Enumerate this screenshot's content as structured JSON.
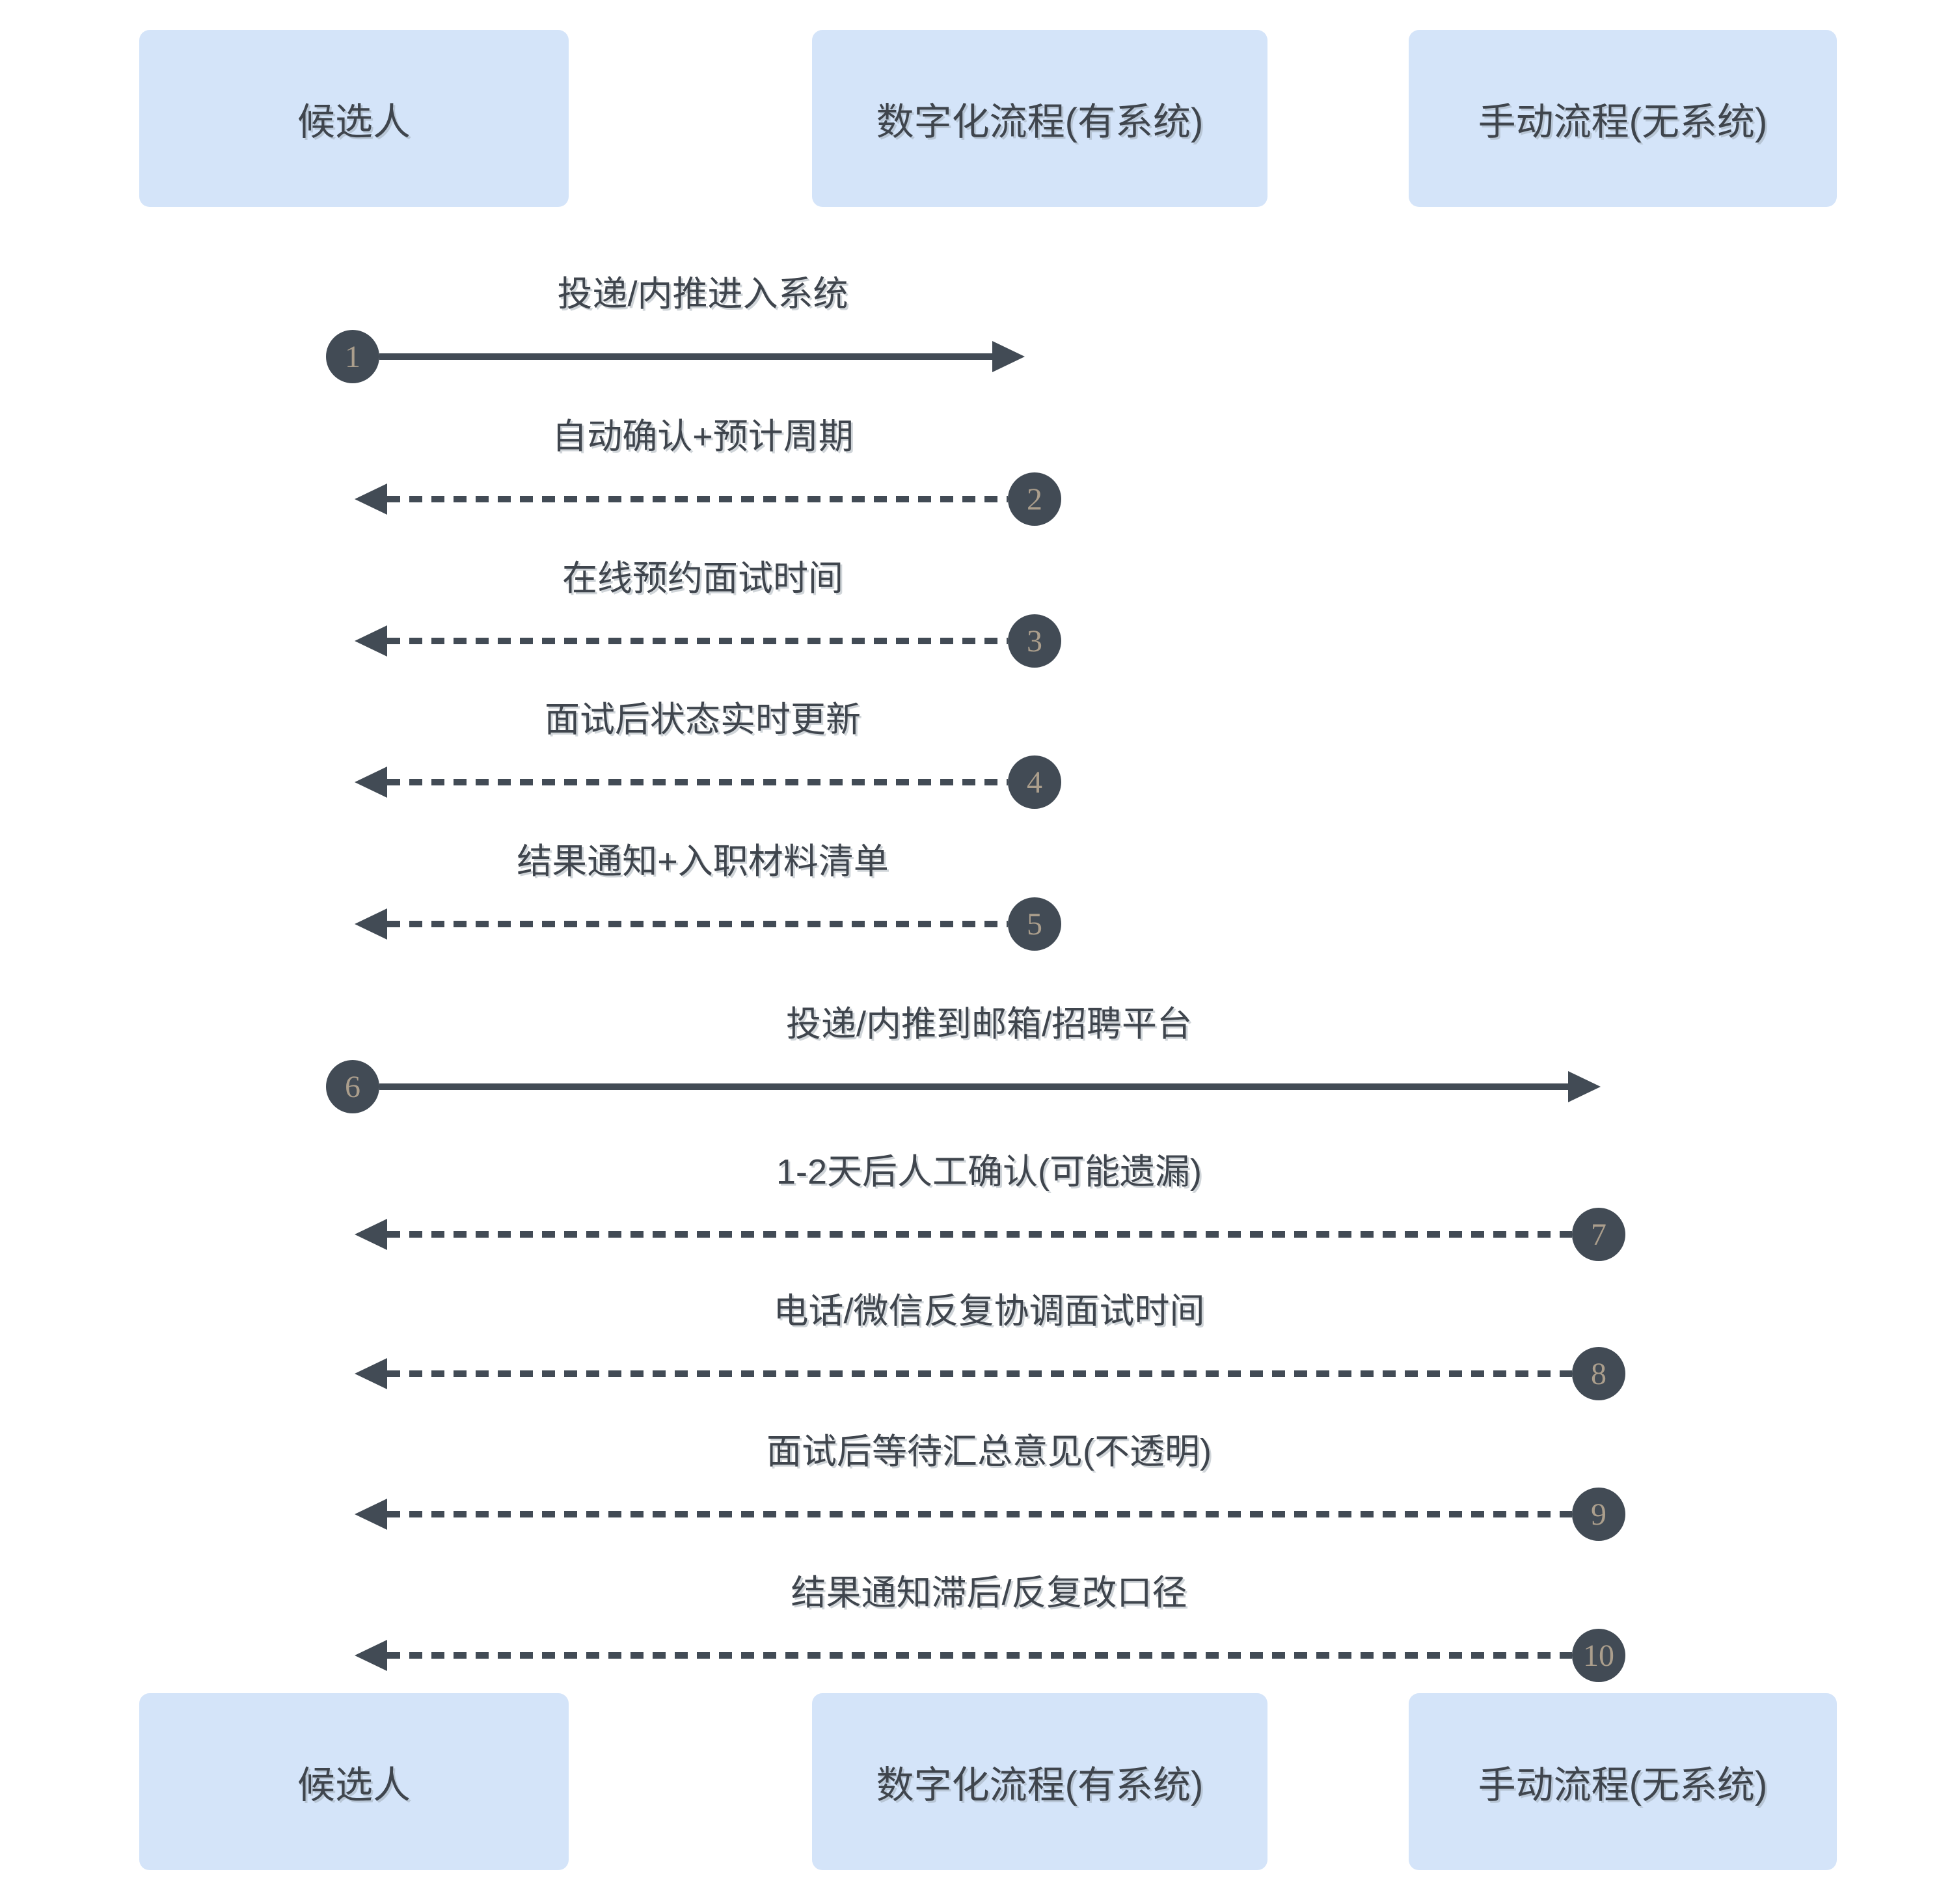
{
  "colors": {
    "lane_box_background": "#d4e4f9",
    "arrow_and_badge": "#424b55",
    "label_text": "#3f454d",
    "badge_number_text": "#ab9e8c",
    "page_background": "#ffffff"
  },
  "lanes": [
    {
      "label": "候选人"
    },
    {
      "label": "数字化流程(有系统)"
    },
    {
      "label": "手动流程(无系统)"
    }
  ],
  "messages": [
    {
      "number": "1",
      "label": "投递/内推进入系统",
      "from": "候选人",
      "to": "数字化流程(有系统)",
      "line_style": "solid",
      "direction": "right"
    },
    {
      "number": "2",
      "label": "自动确认+预计周期",
      "from": "数字化流程(有系统)",
      "to": "候选人",
      "line_style": "dashed",
      "direction": "left"
    },
    {
      "number": "3",
      "label": "在线预约面试时间",
      "from": "数字化流程(有系统)",
      "to": "候选人",
      "line_style": "dashed",
      "direction": "left"
    },
    {
      "number": "4",
      "label": "面试后状态实时更新",
      "from": "数字化流程(有系统)",
      "to": "候选人",
      "line_style": "dashed",
      "direction": "left"
    },
    {
      "number": "5",
      "label": "结果通知+入职材料清单",
      "from": "数字化流程(有系统)",
      "to": "候选人",
      "line_style": "dashed",
      "direction": "left"
    },
    {
      "number": "6",
      "label": "投递/内推到邮箱/招聘平台",
      "from": "候选人",
      "to": "手动流程(无系统)",
      "line_style": "solid",
      "direction": "right"
    },
    {
      "number": "7",
      "label": "1-2天后人工确认(可能遗漏)",
      "from": "手动流程(无系统)",
      "to": "候选人",
      "line_style": "dashed",
      "direction": "left"
    },
    {
      "number": "8",
      "label": "电话/微信反复协调面试时间",
      "from": "手动流程(无系统)",
      "to": "候选人",
      "line_style": "dashed",
      "direction": "left"
    },
    {
      "number": "9",
      "label": "面试后等待汇总意见(不透明)",
      "from": "手动流程(无系统)",
      "to": "候选人",
      "line_style": "dashed",
      "direction": "left"
    },
    {
      "number": "10",
      "label": "结果通知滞后/反复改口径",
      "from": "手动流程(无系统)",
      "to": "候选人",
      "line_style": "dashed",
      "direction": "left"
    }
  ]
}
